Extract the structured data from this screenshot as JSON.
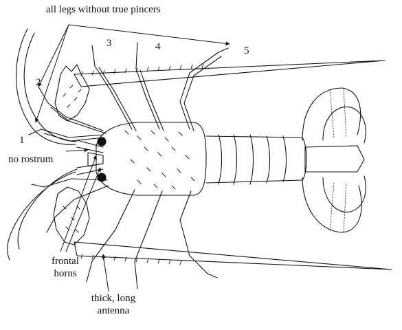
{
  "labels": {
    "legs_note": "all legs without true pincers",
    "leg_numbers": [
      "1",
      "2",
      "3",
      "4",
      "5"
    ],
    "rostrum": "no rostrum",
    "horns_line1": "frontal",
    "horns_line2": "horns",
    "antenna_line1": "thick, long",
    "antenna_line2": "antenna"
  },
  "colors": {
    "ink": "#111111",
    "background": "#ffffff"
  }
}
